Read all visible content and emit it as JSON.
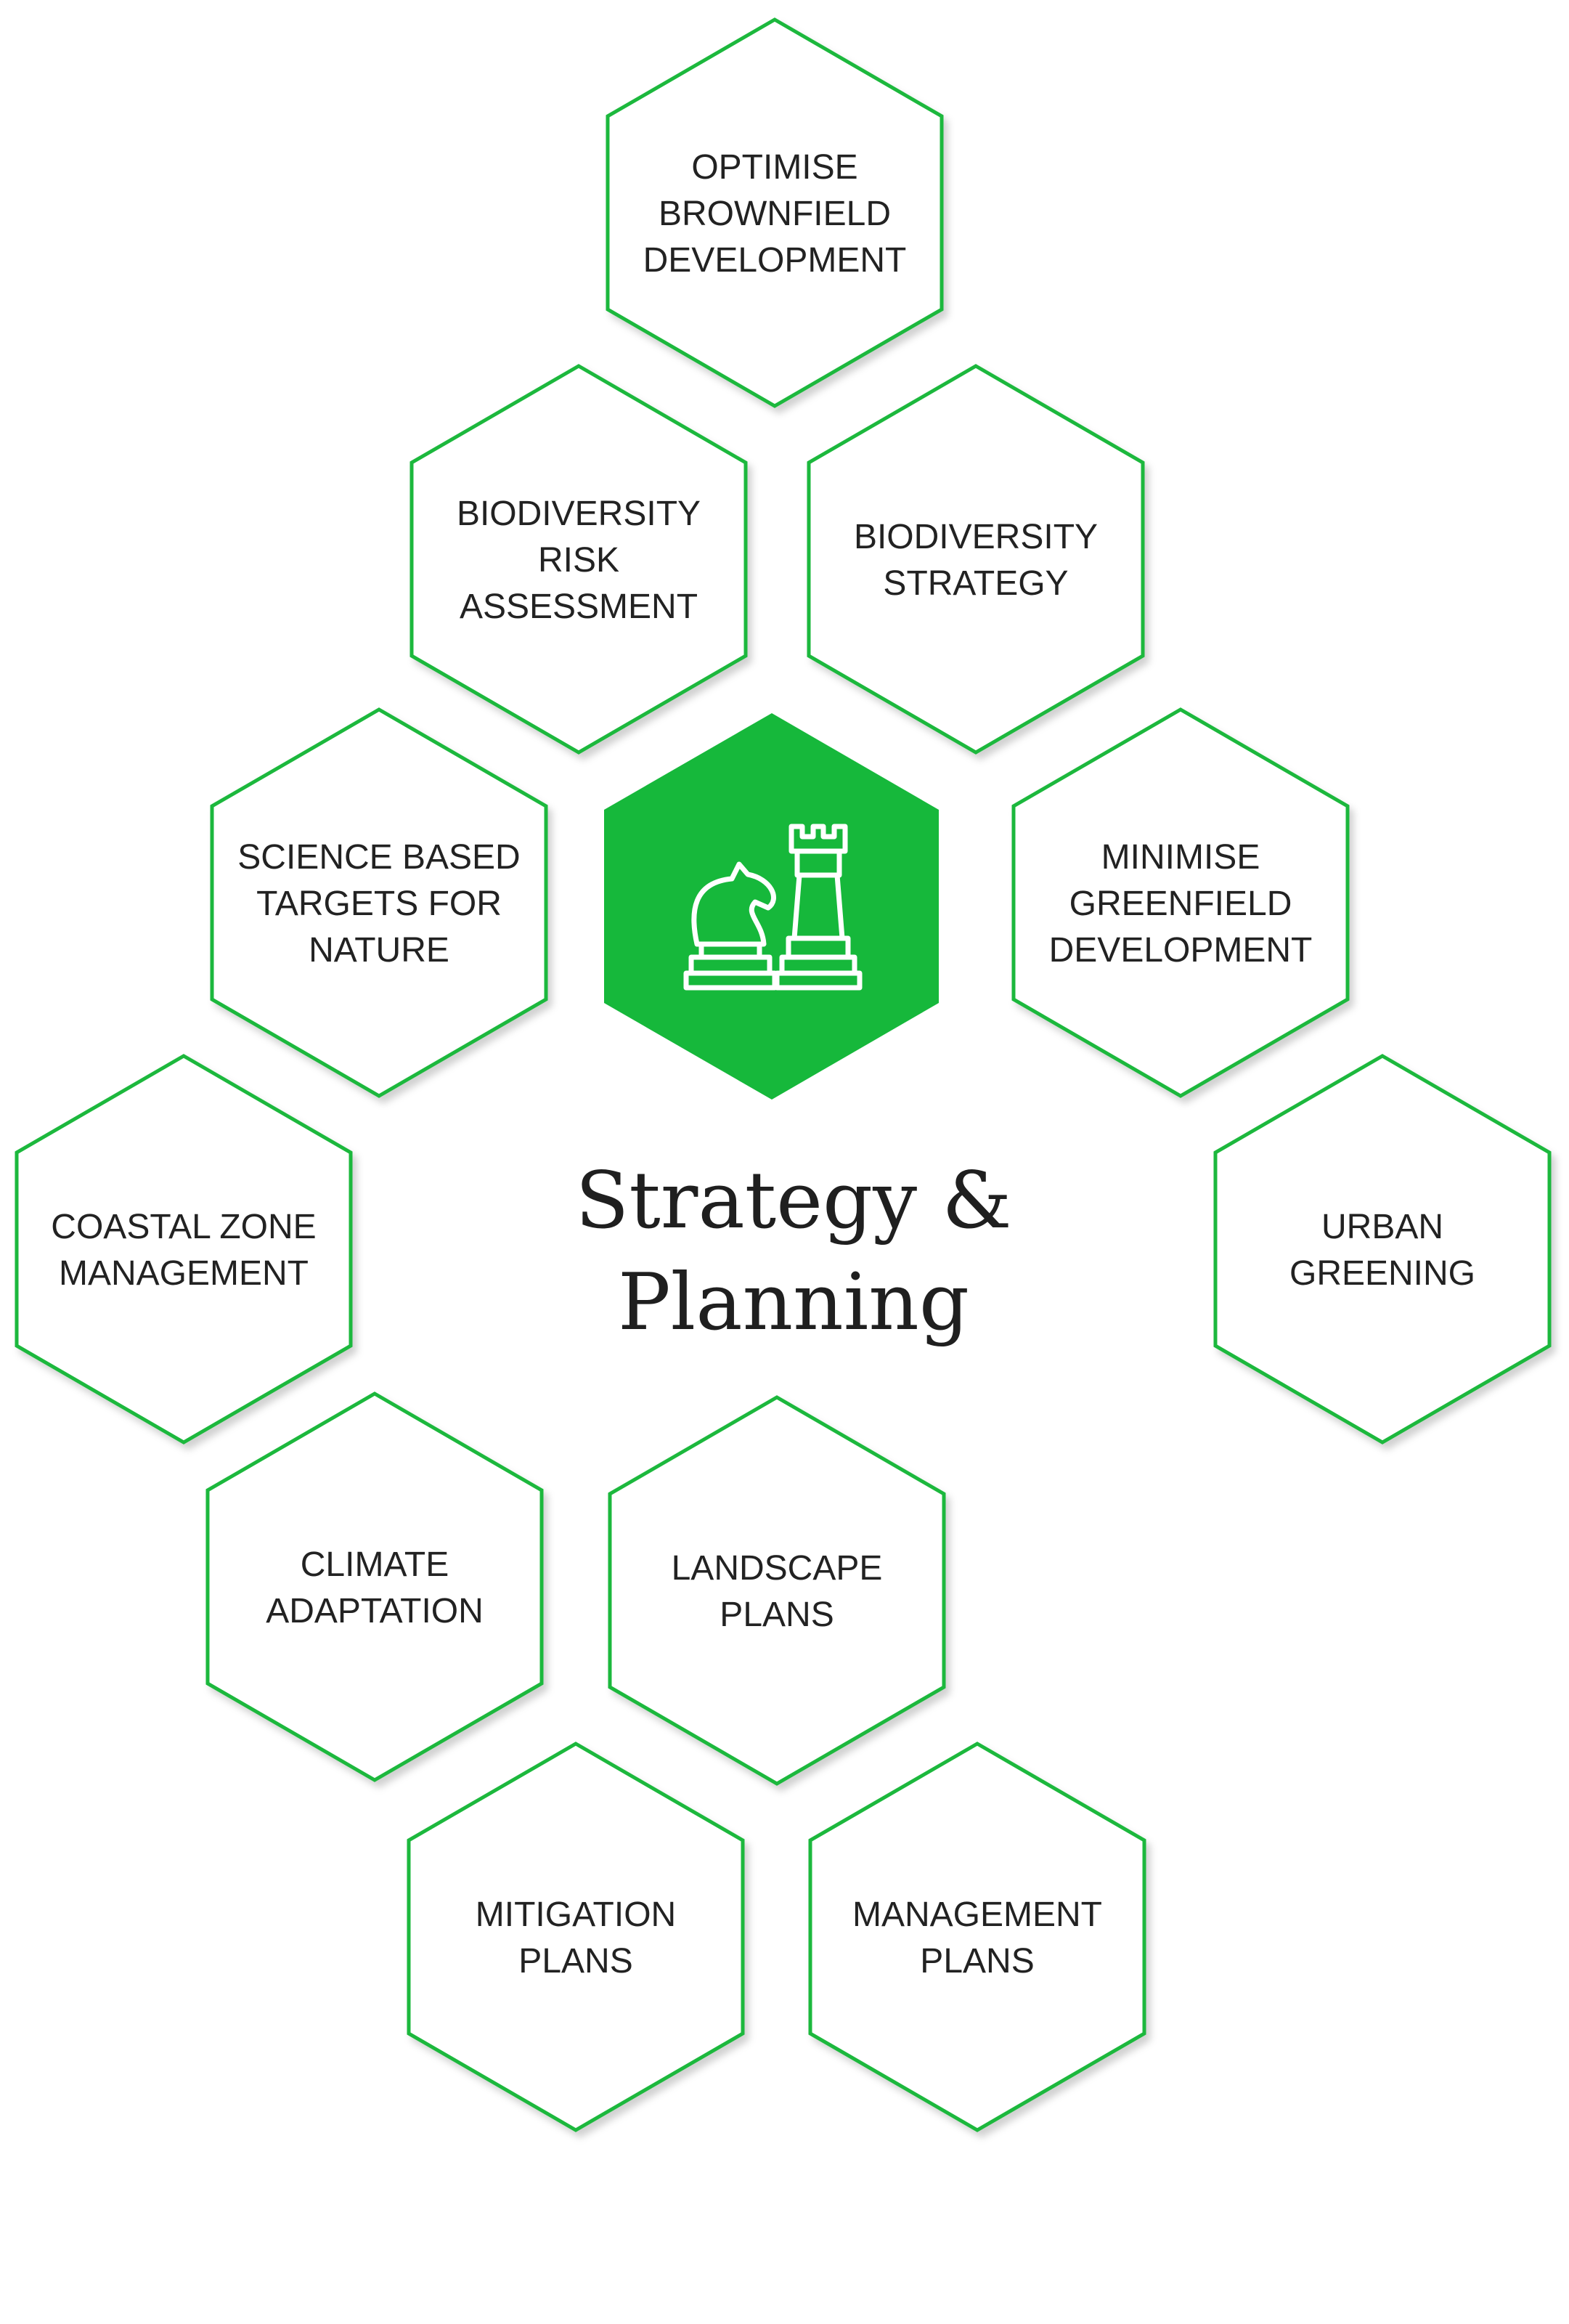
{
  "title": {
    "line1": "Strategy &",
    "line2": "Planning"
  },
  "center": {
    "icon": "chess-knight-rook-icon",
    "color": "#16b83b"
  },
  "accent_color": "#1db83c",
  "hexagons": [
    {
      "id": "optimise-brownfield-development",
      "lines": [
        "OPTIMISE",
        "BROWNFIELD",
        "DEVELOPMENT"
      ]
    },
    {
      "id": "biodiversity-risk-assessment",
      "lines": [
        "BIODIVERSITY",
        "RISK",
        "ASSESSMENT"
      ]
    },
    {
      "id": "biodiversity-strategy",
      "lines": [
        "BIODIVERSITY",
        "STRATEGY"
      ]
    },
    {
      "id": "science-based-targets-for-nature",
      "lines": [
        "SCIENCE BASED",
        "TARGETS FOR",
        "NATURE"
      ]
    },
    {
      "id": "minimise-greenfield-development",
      "lines": [
        "MINIMISE",
        "GREENFIELD",
        "DEVELOPMENT"
      ]
    },
    {
      "id": "coastal-zone-management",
      "lines": [
        "COASTAL ZONE",
        "MANAGEMENT"
      ]
    },
    {
      "id": "urban-greening",
      "lines": [
        "URBAN",
        "GREENING"
      ]
    },
    {
      "id": "climate-adaptation",
      "lines": [
        "CLIMATE",
        "ADAPTATION"
      ]
    },
    {
      "id": "landscape-plans",
      "lines": [
        "LANDSCAPE",
        "PLANS"
      ]
    },
    {
      "id": "mitigation-plans",
      "lines": [
        "MITIGATION",
        "PLANS"
      ]
    },
    {
      "id": "management-plans",
      "lines": [
        "MANAGEMENT",
        "PLANS"
      ]
    }
  ]
}
